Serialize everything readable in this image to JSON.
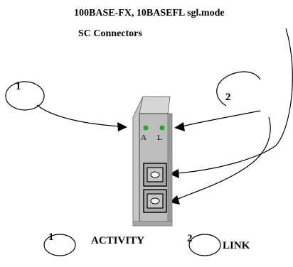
{
  "title": {
    "line1": "100BASE-FX, 10BASEFL sgl.mode",
    "line2": "SC Connectors"
  },
  "callouts": {
    "top_left_number": "1",
    "top_right_number": "2"
  },
  "module": {
    "led_a_label": "A",
    "led_l_label": "L",
    "led_color": "#22aa22",
    "port_count": 2
  },
  "legend": {
    "item1_number": "1",
    "item1_label": "ACTIVITY",
    "item2_number": "2",
    "item2_label": "LINK"
  }
}
